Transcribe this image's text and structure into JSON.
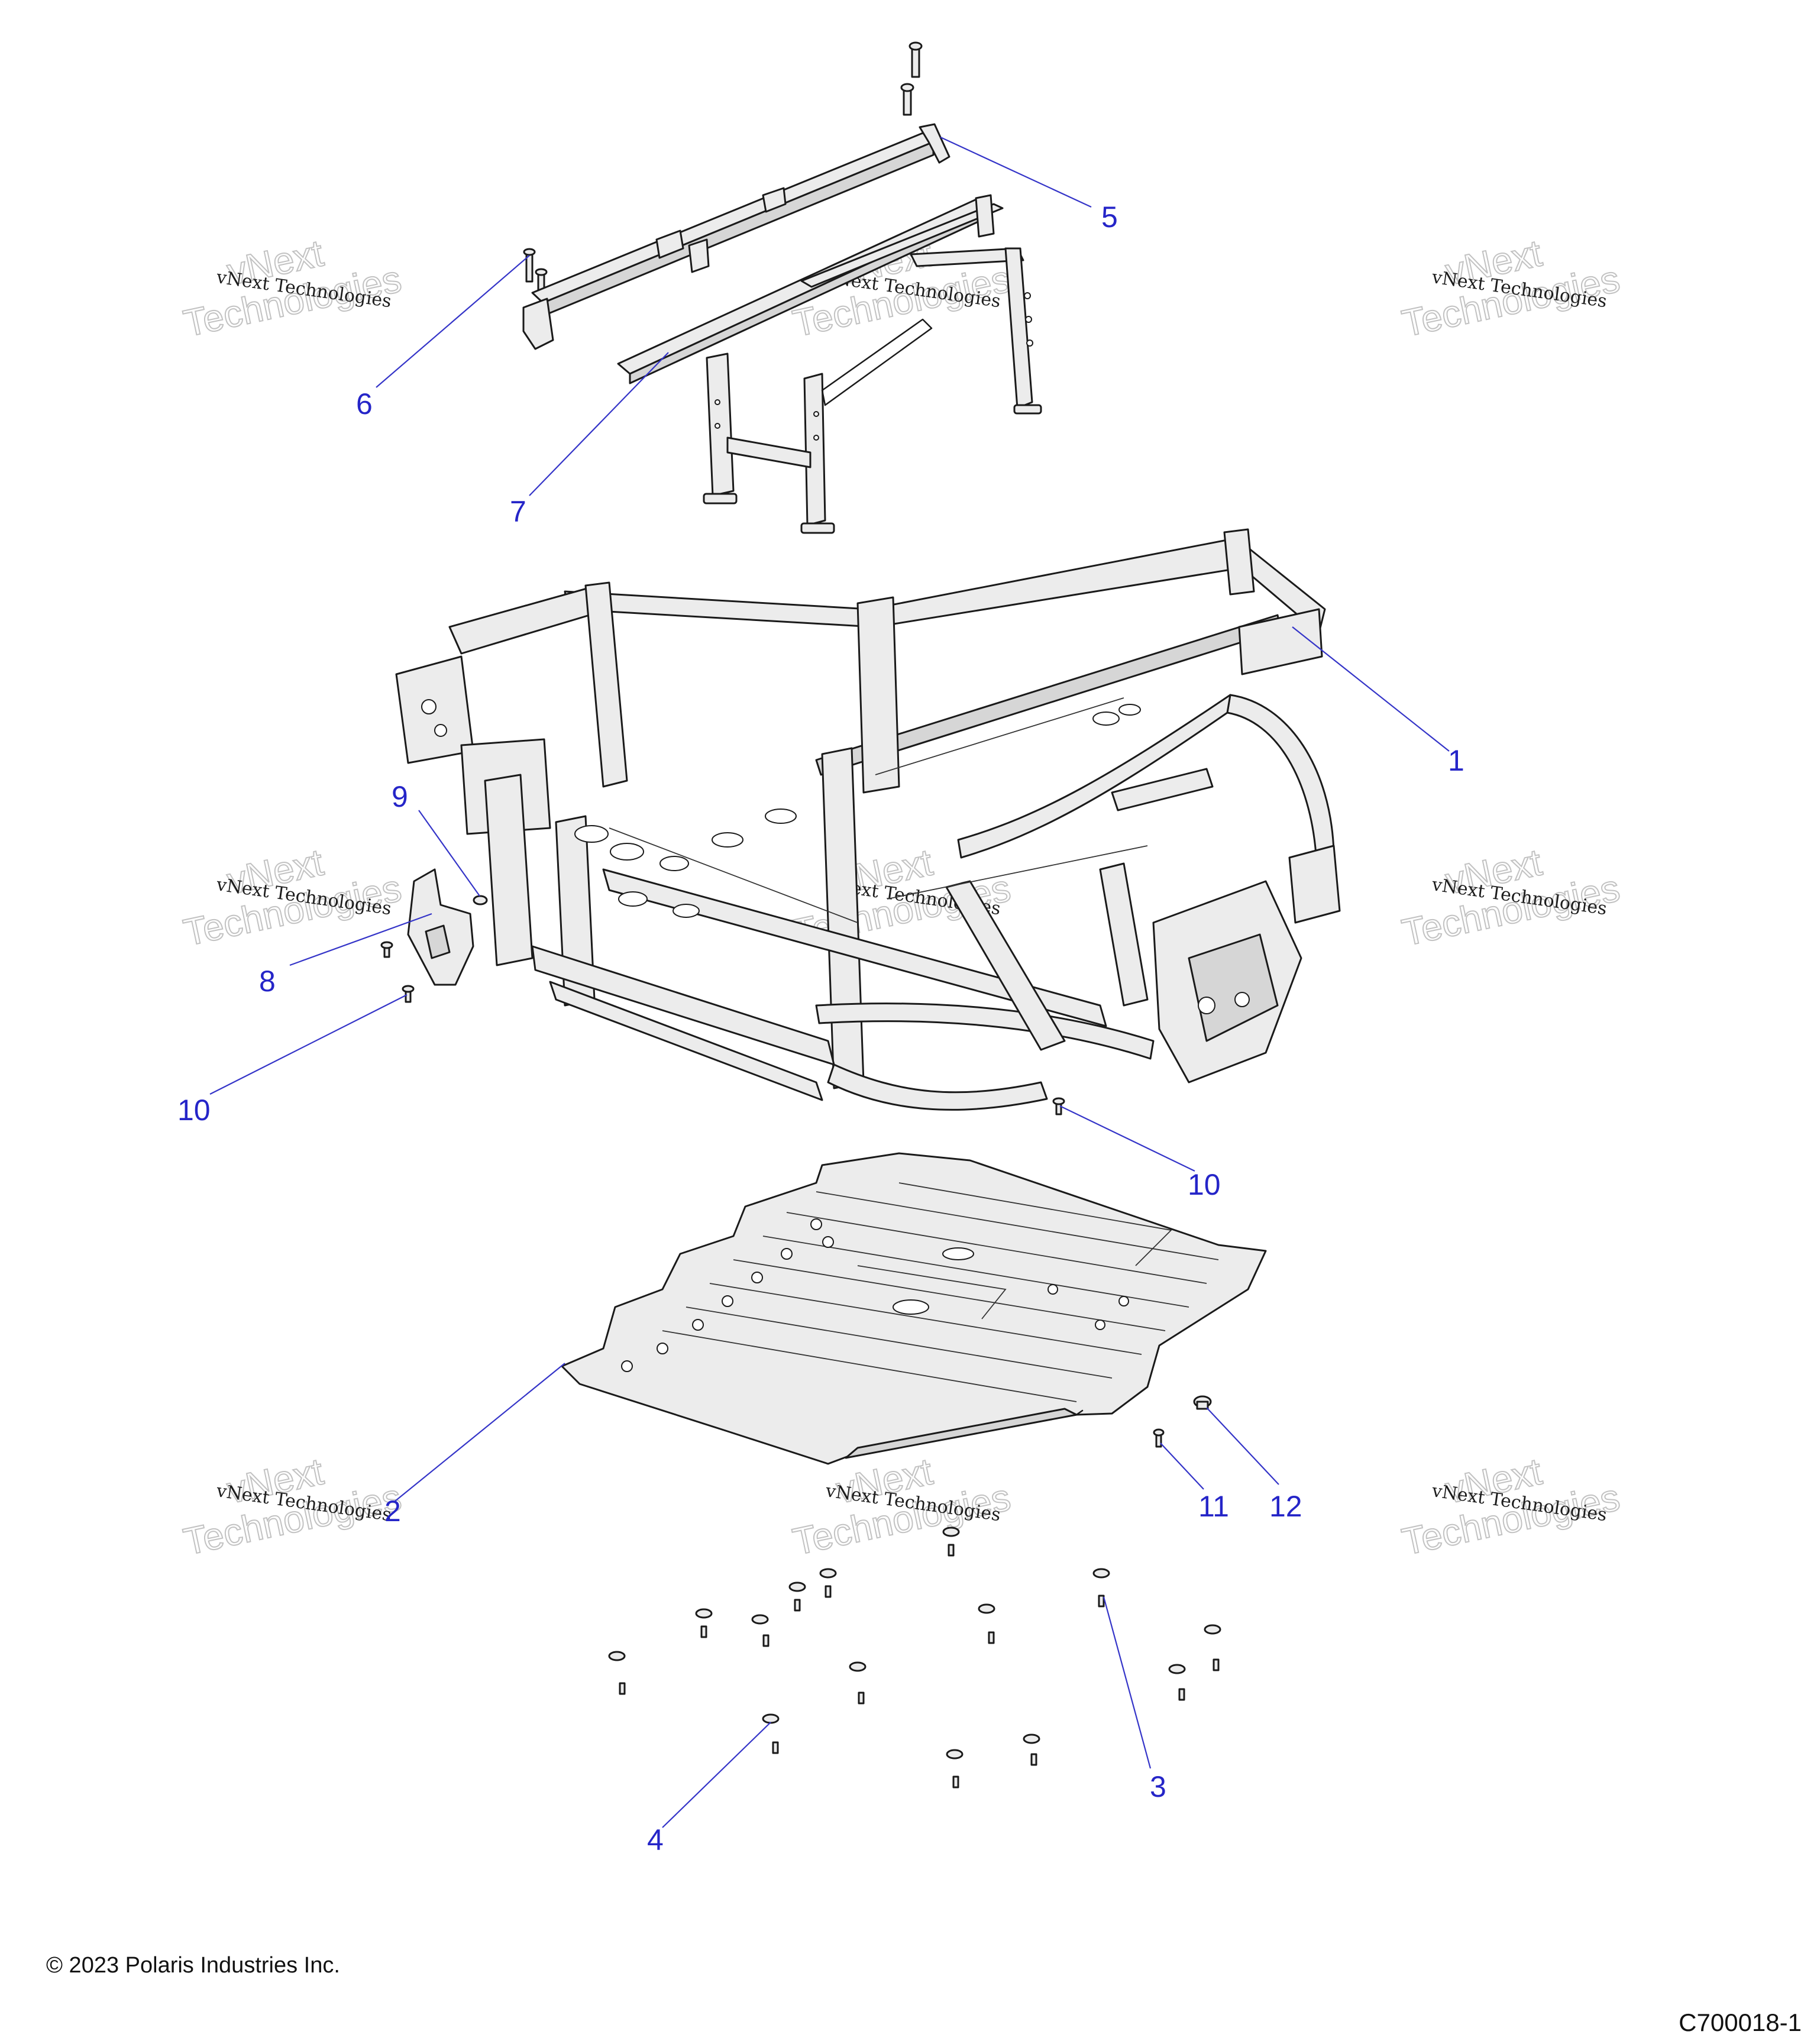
{
  "watermark": {
    "company": "vNext Technologies",
    "big_top": "vNext",
    "big_bottom": "Technologies"
  },
  "callouts": {
    "c1": "1",
    "c2": "2",
    "c3": "3",
    "c4": "4",
    "c5": "5",
    "c6": "6",
    "c7": "7",
    "c8": "8",
    "c9": "9",
    "c10a": "10",
    "c10b": "10",
    "c11": "11",
    "c12": "12"
  },
  "footer": {
    "copyright": "© 2023 Polaris Industries Inc.",
    "drawing_id": "C700018-1"
  },
  "colors": {
    "callout": "#2525c8",
    "line_art": "#1a1a1a",
    "part_fill": "#ececec"
  }
}
